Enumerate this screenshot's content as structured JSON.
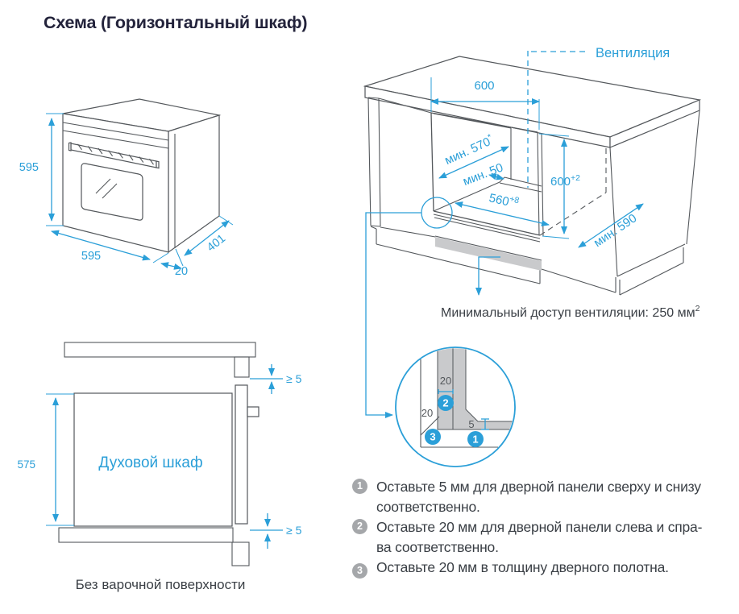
{
  "title": "Схема (Горизонтальный шкаф)",
  "oven": {
    "dim_height": "595",
    "dim_width": "595",
    "dim_depth": "401",
    "dim_door": "20"
  },
  "cabinet": {
    "ventilation": "Вентиляция",
    "dim_opening_width": "600",
    "dim_depth_min": "мин. 570",
    "dim_depth_min_sup": "*",
    "dim_back_gap": "мин. 50",
    "dim_height": "600",
    "dim_height_sup": "+2",
    "dim_inner_width": "560",
    "dim_inner_width_sup": "+8",
    "dim_side_depth": "мин. 590",
    "vent_access": "Минимальный доступ вентиляции: 250 мм",
    "vent_access_sup": "2"
  },
  "niche": {
    "label": "Духовой шкаф",
    "dim_height": "575",
    "gap_top": "≥ 5",
    "gap_bottom": "≥ 5",
    "caption": "Без варочной поверхности"
  },
  "detail": {
    "dim_width": "20",
    "dim_side": "20",
    "dim_gap": "5",
    "badge_1": "1",
    "badge_2": "2",
    "badge_3": "3"
  },
  "notes": [
    {
      "num": "1",
      "lines": [
        "Оставьте 5 мм для дверной панели сверху и снизу",
        "соответственно."
      ]
    },
    {
      "num": "2",
      "lines": [
        "Оставьте 20 мм для дверной панели слева и спра-",
        "ва соответственно."
      ]
    },
    {
      "num": "3",
      "lines": [
        "Оставьте 20 мм в толщину дверного полотна.",
        ""
      ]
    }
  ],
  "colors": {
    "accent": "#2B9FD8",
    "line": "#54585C",
    "text": "#3A3F45",
    "fill_gray": "#C9CACC",
    "badge_gray": "#A5A7AA",
    "title": "#23233B"
  }
}
